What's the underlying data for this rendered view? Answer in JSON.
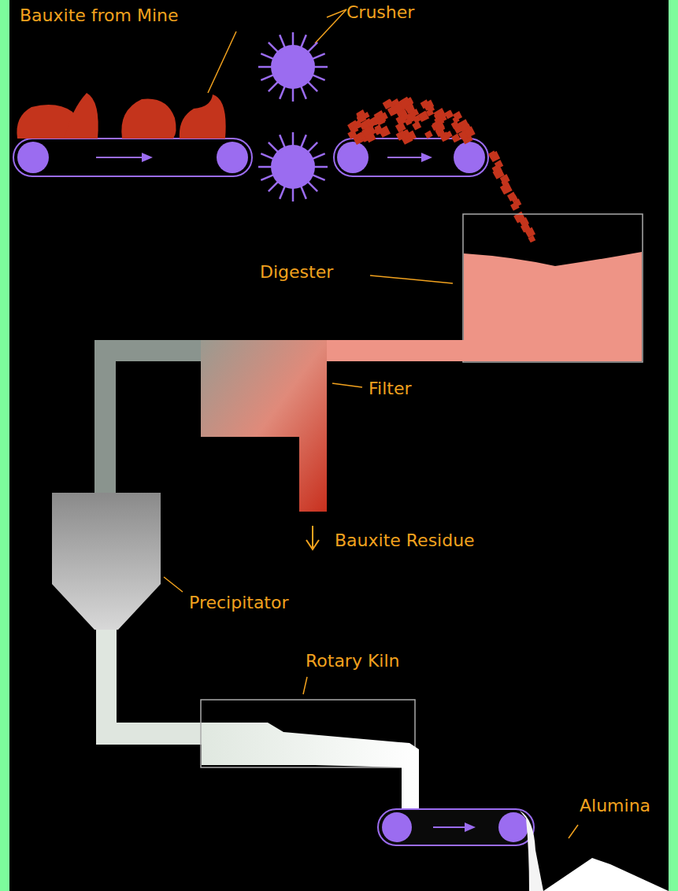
{
  "diagram": {
    "labels": [
      "Bauxite from Mine",
      "Crusher",
      "Digester",
      "Filter",
      "Bauxite Residue",
      "Precipitator",
      "Rotary Kiln",
      "Alumina"
    ]
  }
}
